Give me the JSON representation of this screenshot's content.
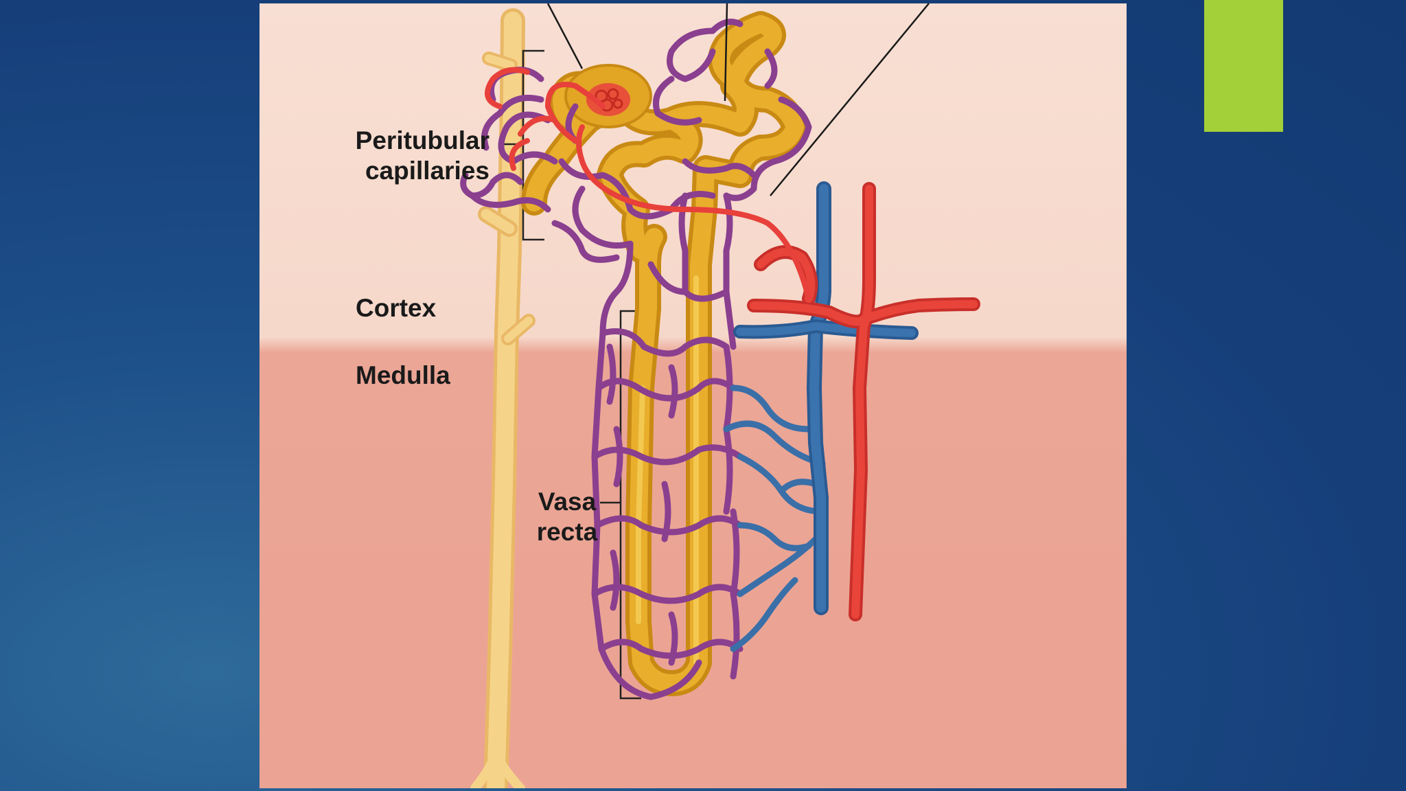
{
  "colors": {
    "slide_background": "#1d4f88",
    "accent_bar": "#a3cf38",
    "cortex_background": "#f8dfd3",
    "medulla_background": "#eba696",
    "tubule": "#e4a824",
    "capillary": "#8a3f8f",
    "artery": "#e8403a",
    "vein": "#3a6fa8",
    "collecting_duct": "#f3cf7d"
  },
  "labels": {
    "peritubular_line1": "Peritubular",
    "peritubular_line2": "capillaries",
    "cortex": "Cortex",
    "medulla": "Medulla",
    "vasa_line1": "Vasa",
    "vasa_line2": "recta"
  }
}
